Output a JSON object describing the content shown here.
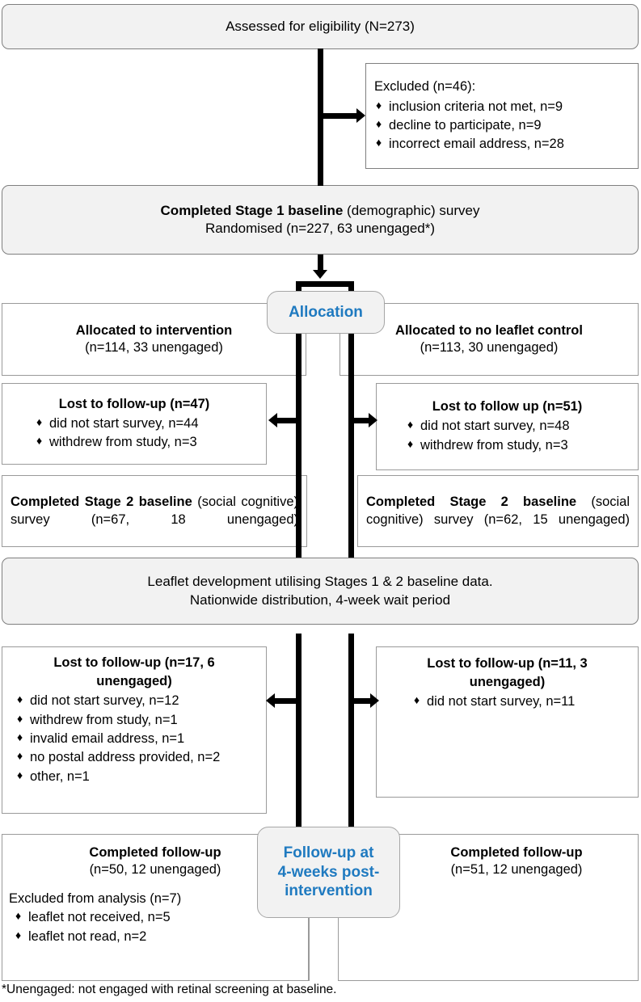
{
  "diagram": {
    "type": "consort-flow-diagram",
    "accent_color": "#1f7ac0",
    "shaded_fill": "#f2f2f2",
    "footnote": "*Unengaged: not engaged with retinal screening at baseline."
  },
  "stage_labels": {
    "allocation": "Allocation",
    "followup_line1": "Follow-up at",
    "followup_line2": "4-weeks post-",
    "followup_line3": "intervention"
  },
  "enrolment": {
    "assessed": "Assessed for eligibility (N=273)",
    "excluded_title": "Excluded (n=46):",
    "excluded_items": [
      "inclusion criteria not met, n=9",
      "decline to participate, n=9",
      "incorrect email address, n=28"
    ]
  },
  "baseline": {
    "line1_bold": "Completed Stage 1 baseline",
    "line1_rest": " (demographic) survey",
    "line2": "Randomised (n=227, 63 unengaged*)"
  },
  "allocation": {
    "left_title": "Allocated to intervention",
    "left_counts": "(n=114, 33 unengaged)",
    "right_title": "Allocated to no leaflet control",
    "right_counts": "(n=113, 30 unengaged)"
  },
  "lost_stage2": {
    "left_title": "Lost to follow-up (n=47)",
    "left_items": [
      "did not start survey, n=44",
      "withdrew from study, n=3"
    ],
    "right_title": "Lost to follow up (n=51)",
    "right_items": [
      "did not start survey, n=48",
      "withdrew from study, n=3"
    ]
  },
  "stage2_baseline": {
    "left_bold": "Completed Stage 2 baseline",
    "left_rest": " (social cognitive) survey (n=67, 18 unengaged)",
    "right_bold": "Completed Stage 2 baseline",
    "right_rest": " (social cognitive) survey (n=62, 15 unengaged)"
  },
  "leaflet": {
    "line1": "Leaflet development utilising Stages 1 & 2 baseline data.",
    "line2": "Nationwide distribution, 4-week wait period"
  },
  "lost_followup": {
    "left_title_line1": "Lost to follow-up (n=17, 6",
    "left_title_line2": "unengaged)",
    "left_items": [
      "did not start survey, n=12",
      "withdrew from study, n=1",
      "invalid email address, n=1",
      "no postal address provided, n=2",
      "other, n=1"
    ],
    "right_title_line1": "Lost to follow-up (n=11, 3",
    "right_title_line2": "unengaged)",
    "right_items": [
      "did not start survey, n=11"
    ]
  },
  "completed_followup": {
    "left_title": "Completed follow-up",
    "left_counts": "(n=50, 12 unengaged)",
    "left_excluded_title": "Excluded from analysis (n=7)",
    "left_excluded_items": [
      "leaflet not received, n=5",
      "leaflet not read, n=2"
    ],
    "right_title": "Completed follow-up",
    "right_counts": "(n=51, 12 unengaged)"
  }
}
